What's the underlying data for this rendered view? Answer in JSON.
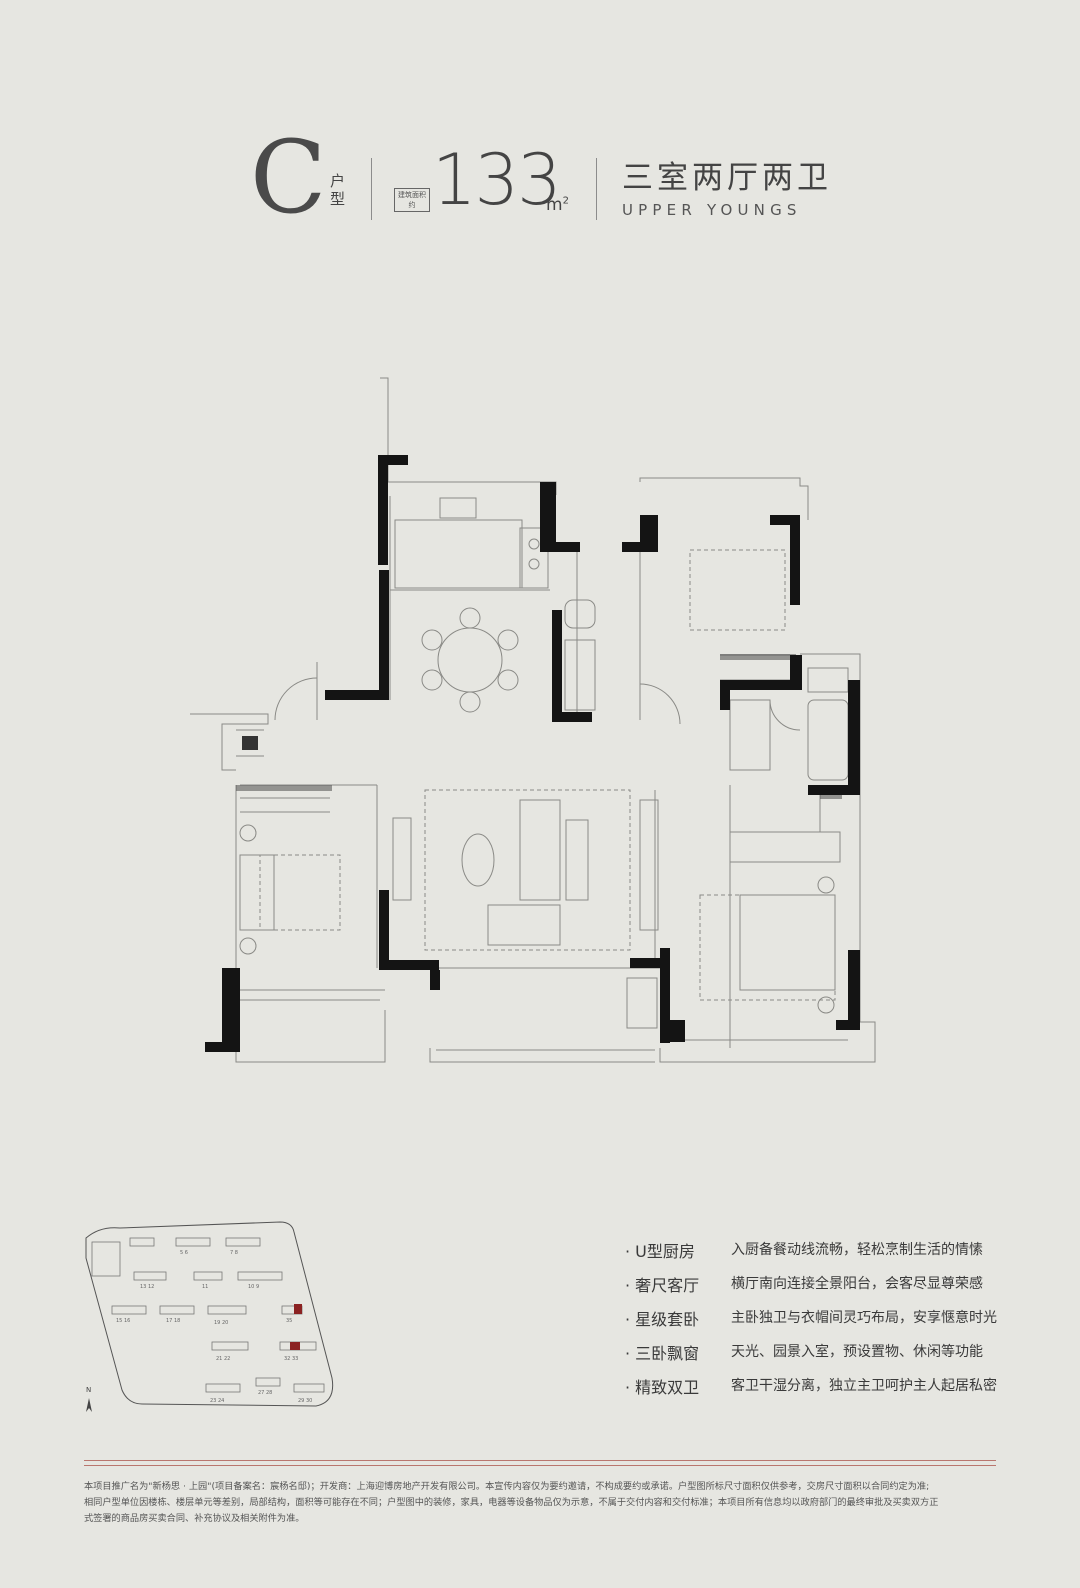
{
  "header": {
    "unit_letter": "C",
    "unit_type_label": "户型",
    "area_caption": "建筑面积约",
    "area_value": "133",
    "area_unit": "m",
    "area_unit_sup": "2",
    "rooms": "三室两厅两卫",
    "brand": "UPPER YOUNGS"
  },
  "site_map": {
    "north_label": "N",
    "building_numbers": [
      "5",
      "6",
      "7",
      "8",
      "13",
      "12",
      "11",
      "10",
      "9",
      "15",
      "16",
      "17",
      "18",
      "19",
      "20",
      "35",
      "21",
      "22",
      "32",
      "33",
      "23",
      "24",
      "27",
      "28",
      "29",
      "30"
    ]
  },
  "features": [
    {
      "name": "· U型厨房",
      "desc": "入厨备餐动线流畅，轻松烹制生活的情愫"
    },
    {
      "name": "· 奢尺客厅",
      "desc": "横厅南向连接全景阳台，会客尽显尊荣感"
    },
    {
      "name": "· 星级套卧",
      "desc": "主卧独卫与衣帽间灵巧布局，安享惬意时光"
    },
    {
      "name": "· 三卧飘窗",
      "desc": "天光、园景入室，预设置物、休闲等功能"
    },
    {
      "name": "· 精致双卫",
      "desc": "客卫干湿分离，独立主卫呵护主人起居私密"
    }
  ],
  "disclaimer": [
    "本项目推广名为\"新杨思 · 上园\"(项目备案名：宸杨名邸)；开发商：上海迎博房地产开发有限公司。本宣传内容仅为要约邀请，不构成要约或承诺。户型图所标尺寸面积仅供参考，交房尺寸面积以合同约定为准;",
    "相同户型单位因楼栋、楼层单元等差别，局部结构，面积等可能存在不同；户型图中的装修，家具，电器等设备物品仅为示意，不属于交付内容和交付标准；本项目所有信息均以政府部门的最终审批及买卖双方正",
    "式签署的商品房买卖合同、补充协议及相关附件为准。"
  ]
}
